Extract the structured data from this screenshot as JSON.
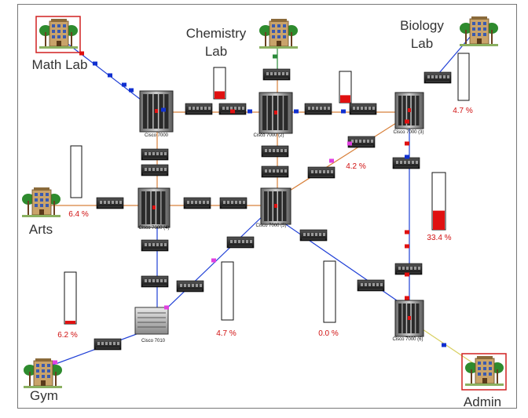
{
  "sites": [
    {
      "id": "math",
      "label_lines": [
        "Math Lab"
      ],
      "highlighted": true
    },
    {
      "id": "chem",
      "label_lines": [
        "Chemistry",
        "Lab"
      ],
      "highlighted": false
    },
    {
      "id": "bio",
      "label_lines": [
        "Biology",
        "Lab"
      ],
      "highlighted": false
    },
    {
      "id": "arts",
      "label_lines": [
        "Arts"
      ],
      "highlighted": false
    },
    {
      "id": "gym",
      "label_lines": [
        "Gym"
      ],
      "highlighted": false
    },
    {
      "id": "admin",
      "label_lines": [
        "Admin"
      ],
      "highlighted": true
    }
  ],
  "routers": [
    {
      "id": "r1",
      "label": "Cisco 7000",
      "model": "tower"
    },
    {
      "id": "r2",
      "label": "Cisco 7000 (2)",
      "model": "tower"
    },
    {
      "id": "r3",
      "label": "Cisco 7000 (3)",
      "model": "tower"
    },
    {
      "id": "r4",
      "label": "Cisco 7000 (4)",
      "model": "tower"
    },
    {
      "id": "r5",
      "label": "Cisco 7000 (5)",
      "model": "tower"
    },
    {
      "id": "r6",
      "label": "Cisco 7000 (6)",
      "model": "tower"
    },
    {
      "id": "r7",
      "label": "Cisco 7010",
      "model": "chassis"
    }
  ],
  "utilization_meters": [
    {
      "id": "m-chem-top",
      "label": "",
      "level": 0.24
    },
    {
      "id": "m-bio-top",
      "label": "",
      "level": 0.24
    },
    {
      "id": "m-bio",
      "label": "4.7 %",
      "level": 0.0
    },
    {
      "id": "m-arts",
      "label": "6.4 %",
      "level": 0.0
    },
    {
      "id": "m-center",
      "label": "4.2 %",
      "level": 0.0
    },
    {
      "id": "m-right",
      "label": "33.4 %",
      "level": 0.334
    },
    {
      "id": "m-gym",
      "label": "6.2 %",
      "level": 0.06
    },
    {
      "id": "m-mid",
      "label": "4.7 %",
      "level": 0.0
    },
    {
      "id": "m-lower",
      "label": "0.0 %",
      "level": 0.0
    }
  ],
  "colors": {
    "link_orange": "#d8803a",
    "link_blue": "#1f3fd6",
    "link_pink": "#e060e0",
    "link_yellow": "#d8cf60",
    "link_green": "#2a8a3a",
    "packet_blue": "#1030d0",
    "packet_red": "#e01010",
    "packet_magenta": "#e040e0",
    "meter_fill": "#e01010",
    "percent_text": "#d01010"
  }
}
